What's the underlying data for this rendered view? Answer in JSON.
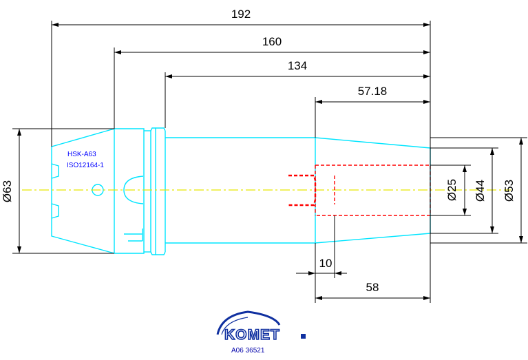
{
  "dimensions": {
    "overall_length": "192",
    "length_160": "160",
    "length_134": "134",
    "length_57_18": "57.18",
    "flange_diameter": "Ø63",
    "bore_diameter": "Ø25",
    "front_diameter": "Ø44",
    "body_diameter": "Ø53",
    "bore_depth": "10",
    "front_length": "58"
  },
  "spec": {
    "line1": "HSK-A63",
    "line2": "ISO12164-1"
  },
  "brand": {
    "logo_text": "KOMET",
    "doc_number": "A06 36521"
  },
  "colors": {
    "outline": "#00e5ff",
    "centerline": "#e6e600",
    "hidden_lines": "#ff0000",
    "dimension": "#000000",
    "spec_text": "#0000ff",
    "logo": "#1030a0"
  }
}
